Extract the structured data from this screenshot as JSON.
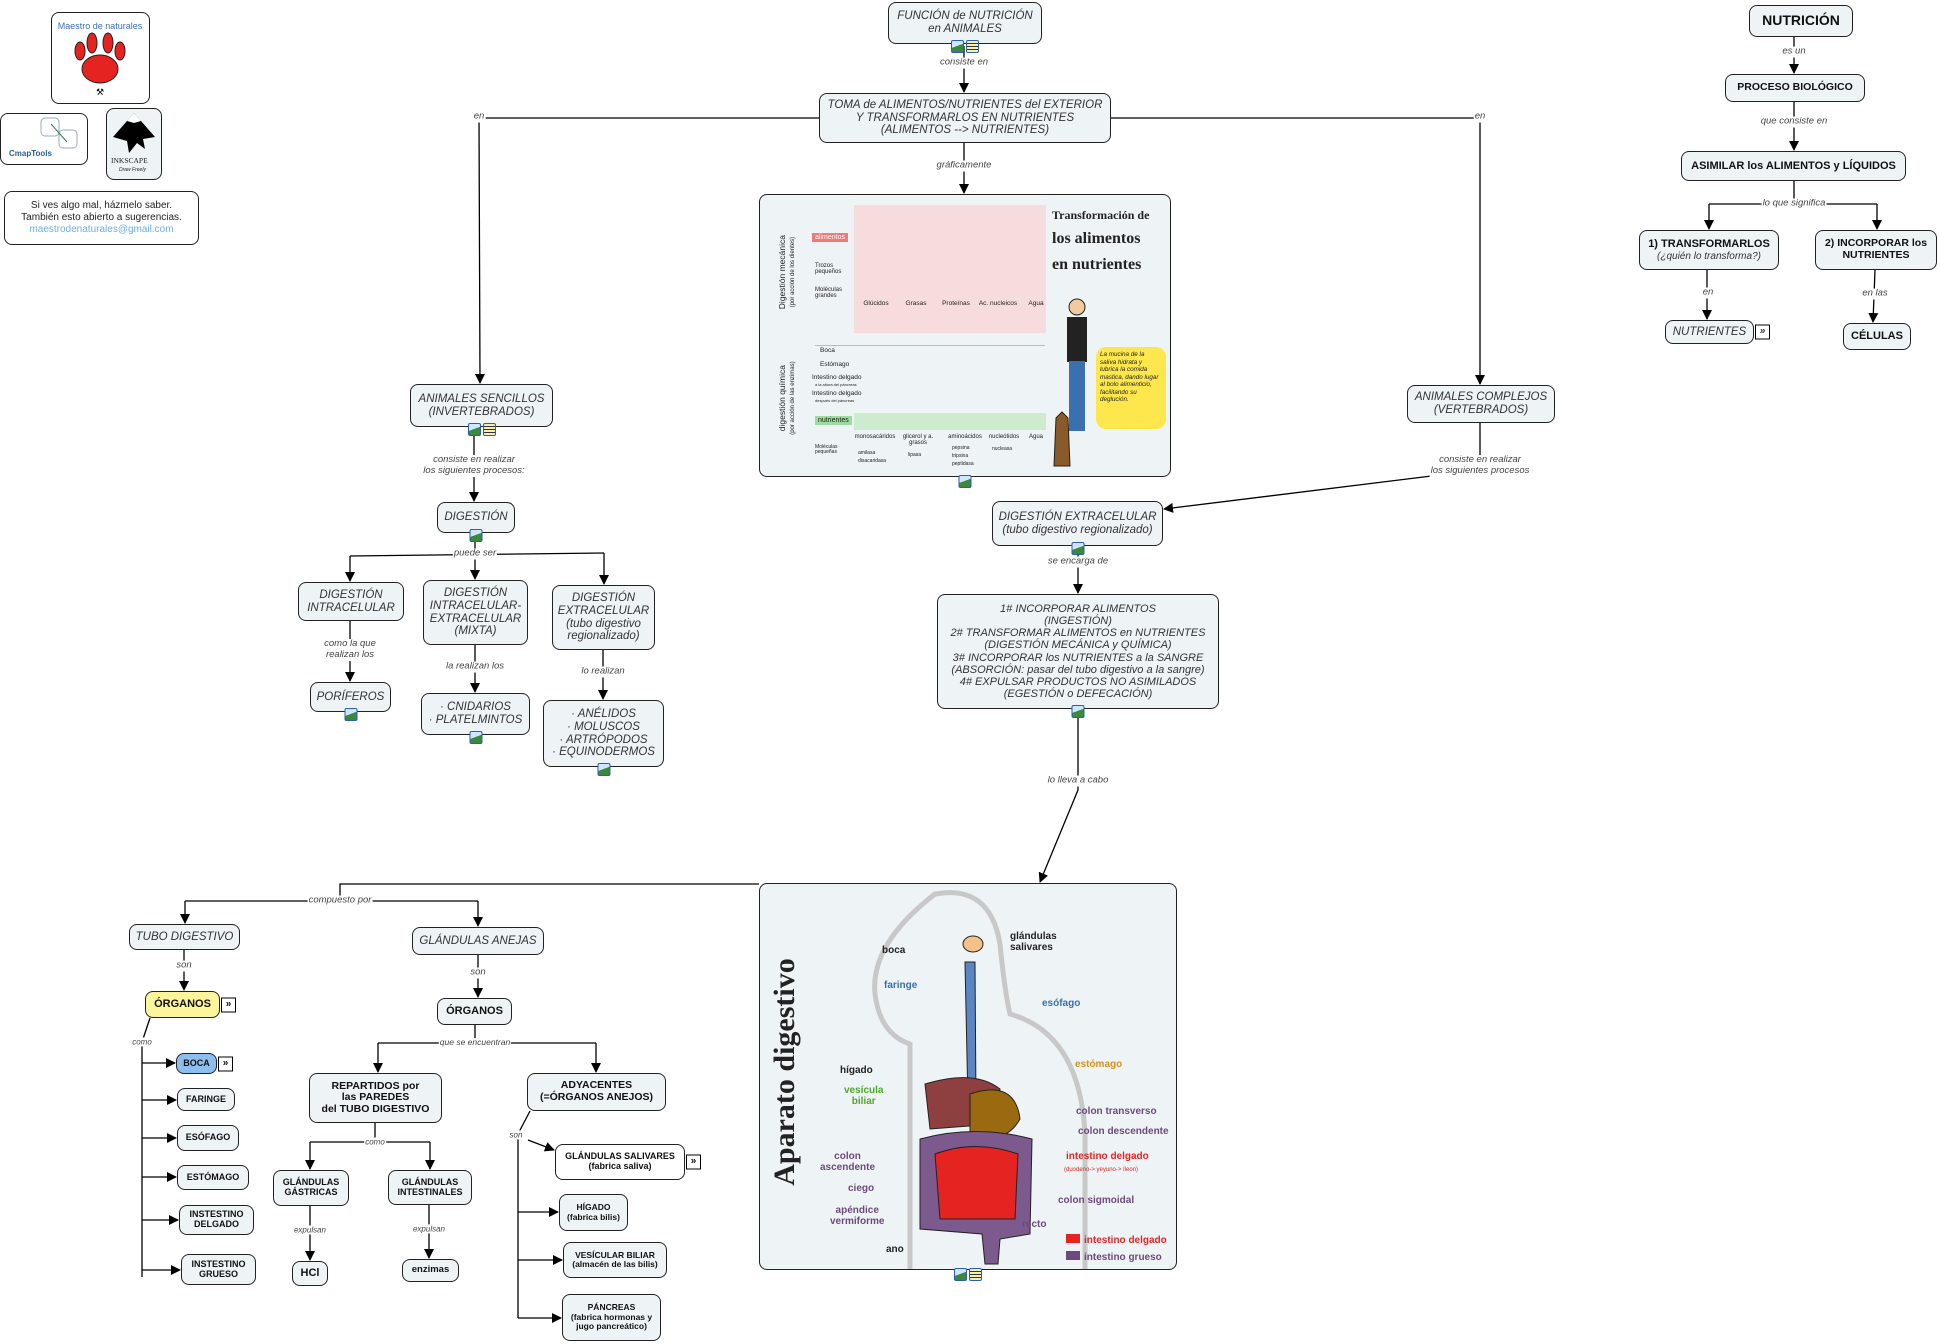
{
  "logos": {
    "maestro": "Maestro de naturales",
    "cmaptools": "CmapTools",
    "inkscape": "INKSCAPE",
    "inkscape_tagline": "Draw Freely"
  },
  "feedback": {
    "line1": "Si ves algo mal, házmelo saber.",
    "line2": "También esto abierto a sugerencias.",
    "email": "maestrodenaturales@gmail.com"
  },
  "nodes": {
    "funcion": "FUNCIÓN de NUTRICIÓN\nen ANIMALES",
    "toma": "TOMA de ALIMENTOS/NUTRIENTES del EXTERIOR\nY TRANSFORMARLOS EN NUTRIENTES\n(ALIMENTOS --> NUTRIENTES)",
    "sencillos": "ANIMALES SENCILLOS\n(INVERTEBRADOS)",
    "digestion": "DIGESTIÓN",
    "intracelular": "DIGESTIÓN\nINTRACELULAR",
    "mixta": "DIGESTIÓN\nINTRACELULAR-\nEXTRACELULAR\n(MIXTA)",
    "extracelular": "DIGESTIÓN\nEXTRACELULAR\n(tubo digestivo\nregionalizado)",
    "poriferos": "PORÍFEROS",
    "cnidarios": "· CNIDARIOS\n· PLATELMINTOS",
    "anelidos": "· ANÉLIDOS\n· MOLUSCOS\n· ARTRÓPODOS\n· EQUINODERMOS",
    "complejos": "ANIMALES COMPLEJOS\n(VERTEBRADOS)",
    "extracelular_v": "DIGESTIÓN EXTRACELULAR\n(tubo digestivo regionalizado)",
    "pasos": "1# INCORPORAR ALIMENTOS\n(INGESTIÓN)\n2# TRANSFORMAR ALIMENTOS en NUTRIENTES\n(DIGESTIÓN MECÁNICA y QUÍMICA)\n3# INCORPORAR los NUTRIENTES a la SANGRE\n(ABSORCIÓN: pasar del tubo digestivo a la sangre)\n4# EXPULSAR PRODUCTOS NO ASIMILADOS\n(EGESTIÓN o DEFECACIÓN)",
    "tubo": "TUBO DIGESTIVO",
    "glandulas_anejas": "GLÁNDULAS ANEJAS",
    "organos_tubo": "ÓRGANOS",
    "organos_anejas": "ÓRGANOS",
    "boca": "BOCA",
    "faringe": "FARINGE",
    "esofago": "ESÓFAGO",
    "estomago": "ESTÓMAGO",
    "int_delgado": "INSTESTINO\nDELGADO",
    "int_grueso": "INSTESTINO\nGRUESO",
    "repartidos": "REPARTIDOS por\nlas PAREDES\ndel TUBO DIGESTIVO",
    "adyacentes": "ADYACENTES\n(=ÓRGANOS ANEJOS)",
    "gastricas": "GLÁNDULAS\nGÁSTRICAS",
    "intestinales": "GLÁNDULAS\nINTESTINALES",
    "hcl": "HCl",
    "enzimas": "enzimas",
    "salivares": "GLÁNDULAS SALIVARES\n(fabrica saliva)",
    "higado": "HÍGADO\n(fabrica bilis)",
    "vesicular": "VESÍCULAR BILIAR\n(almacén de las bilis)",
    "pancreas": "PÁNCREAS\n(fabrica hormonas y\njugo pancreático)",
    "nutricion": "NUTRICIÓN",
    "proceso": "PROCESO BIOLÓGICO",
    "asimilar": "ASIMILAR los ALIMENTOS y LÍQUIDOS",
    "transformarlos": "1) TRANSFORMARLOS",
    "transformarlos_sub": "(¿quién lo transforma?)",
    "incorporar": "2) INCORPORAR los\nNUTRIENTES",
    "nutrientes": "NUTRIENTES",
    "celulas": "CÉLULAS"
  },
  "links": {
    "consiste_en": "consiste en",
    "graficamente": "gráficamente",
    "en_left": "en",
    "en_right": "en",
    "consiste_sencillos": "consiste en realizar\nlos siguientes procesos:",
    "puede_ser": "puede ser",
    "como_la_que": "como la que\nrealizan los",
    "la_realizan": "la realizan los",
    "lo_realizan": "lo realizan",
    "consiste_complejos": "consiste en realizar\nlos siguientes procesos",
    "se_encarga": "se encarga de",
    "lo_lleva": "lo lleva a cabo",
    "compuesto_por": "compuesto por",
    "son_tubo": "son",
    "son_anejas": "son",
    "como_organos": "como",
    "que_se_encuentran": "que se encuentran",
    "como_repartidos": "como",
    "son_adyacentes": "son",
    "expulsan_1": "expulsan",
    "expulsan_2": "expulsan",
    "es_un": "es un",
    "que_consiste": "que consiste en",
    "lo_que_significa": "lo que significa",
    "en_nutrientes": "en",
    "en_las": "en las"
  },
  "infographic": {
    "title1": "Transformación de",
    "title2": "los alimentos",
    "title3": "en nutrientes",
    "side_mecanica": "Digestión mecánica",
    "side_mecanica_sub": "(por acción de los dientes)",
    "side_quimica": "digestión química",
    "side_quimica_sub": "(por acción de las enzimas)",
    "alimentos": "alimentos",
    "trozos": "Trozos\npequeños",
    "moleculas_grandes": "Moléculas\ngrandes",
    "categories": [
      "Glúcidos",
      "Grasas",
      "Proteínas",
      "Ac. nucleicos",
      "Agua"
    ],
    "organs": [
      "Boca",
      "Estómago",
      "Intestino delgado",
      "Intestino delgado"
    ],
    "organ_notes": [
      "a la altura del páncreas",
      "después del páncreas"
    ],
    "nutrientes": "nutrientes",
    "products": [
      "monosacáridos",
      "glicerol y a. grasos",
      "aminoácidos",
      "nucleótidos",
      "Agua"
    ],
    "moleculas_pequenas": "Moléculas\npequeñas",
    "enzymes": [
      "amilasa",
      "disacaridasa",
      "lipasa",
      "pepsina",
      "tripsina",
      "peptidasa",
      "nucleasa"
    ],
    "bubble": "La mucina de la saliva hidrata y lubrica la comida mastica, dando lugar al bolo alimenticio, facilitando su deglución."
  },
  "digestive": {
    "title": "Aparato digestivo",
    "labels": {
      "boca": "boca",
      "glandulas": "glándulas\nsalivares",
      "faringe": "faringe",
      "esofago": "esófago",
      "higado": "hígado",
      "estomago": "estómago",
      "vesicula": "vesícula\nbiliar",
      "colon_transverso": "colon transverso",
      "colon_descendente": "colon descendente",
      "colon_ascendente": "colon\nascendente",
      "intestino_delgado": "intestino delgado",
      "intestino_delgado_sub": "(duodeno-> yeyuno-> íleon)",
      "ciego": "ciego",
      "colon_sigmoidal": "colon sigmoidal",
      "apendice": "apéndice\nvermiforme",
      "recto": "recto",
      "ano": "ano"
    },
    "legend": [
      {
        "label": "intestino delgado",
        "color": "#e52421"
      },
      {
        "label": "intestino grueso",
        "color": "#6d4a7c"
      }
    ]
  },
  "colors": {
    "node_bg": "#eef3f5",
    "highlight_yellow": "#fdf59a",
    "highlight_blue": "#8cbff0",
    "email": "#6aaee8"
  }
}
